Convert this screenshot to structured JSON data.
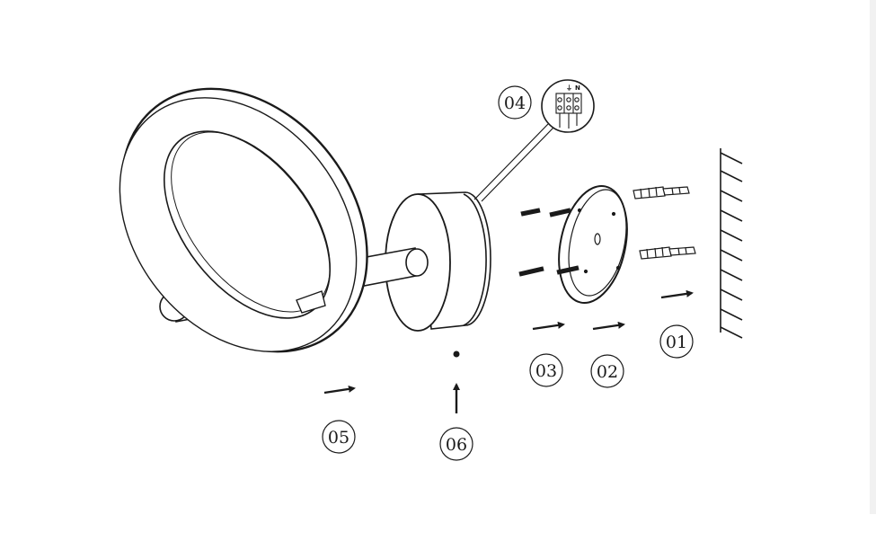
{
  "steps": {
    "s01": "01",
    "s02": "02",
    "s03": "03",
    "s04": "04",
    "s05": "05",
    "s06": "06"
  },
  "wiring": {
    "earth": "⏚",
    "neutral": "N"
  },
  "colors": {
    "line": "#1a1a1a",
    "background": "#ffffff"
  }
}
